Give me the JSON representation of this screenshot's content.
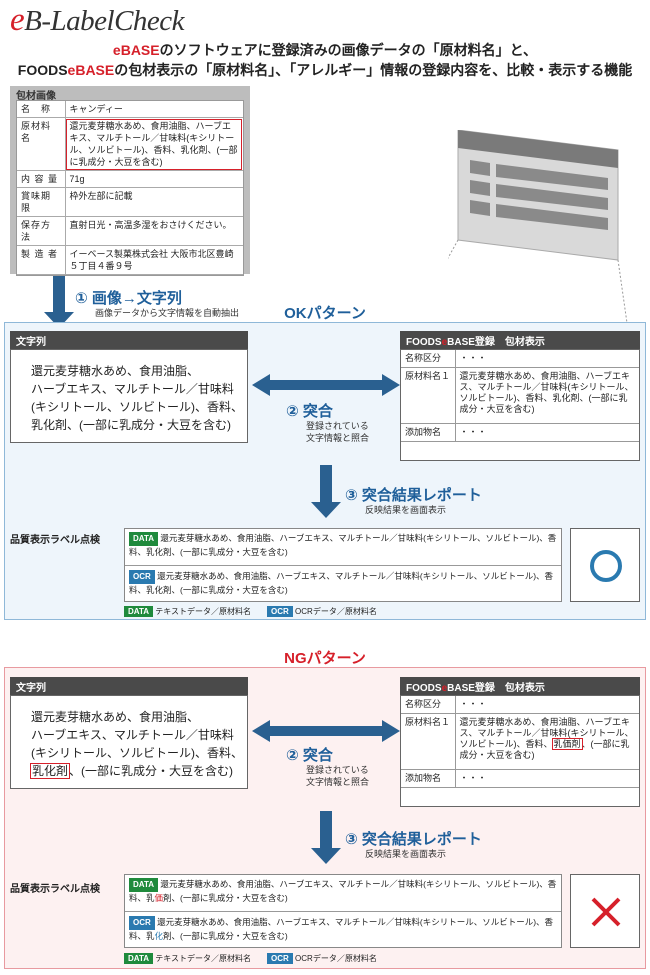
{
  "header": {
    "logo_e": "e",
    "logo_rest": "B-LabelCheck",
    "line1_red": "eBASE",
    "line1_rest": "のソフトウェアに登録済みの画像データの「原材料名」と、",
    "line2_a": "FOODS",
    "line2_red": "eBASE",
    "line2_rest": "の包材表示の「原材料名」、「アレルギー」情報の登録内容を、比較・表示する機能"
  },
  "label_image": {
    "title": "包材画像",
    "rows": [
      {
        "k": "名　称",
        "v": "キャンディー"
      },
      {
        "k": "原材料名",
        "v": "還元麦芽糖水あめ、食用油脂、ハーブエキス、マルチトール／甘味料(キシリトール、ソルビトール)、香料、乳化剤、(一部に乳成分・大豆を含む)"
      },
      {
        "k": "内 容 量",
        "v": "71g"
      },
      {
        "k": "賞味期限",
        "v": "枠外左部に記載"
      },
      {
        "k": "保存方法",
        "v": "直射日光・高温多湿をおさけください。"
      },
      {
        "k": "製 造 者",
        "v": "イーベース製菓株式会社 大阪市北区豊崎５丁目４番９号"
      }
    ]
  },
  "step1": {
    "label": "①  画像→文字列",
    "sub": "画像データから文字情報を自動抽出"
  },
  "ok": {
    "title": "OKパターン",
    "str_header": "文字列",
    "str_lines": [
      "還元麦芽糖水あめ、食用油脂、",
      "ハーブエキス、マルチトール／甘味料",
      "(キシリトール、ソルビトール)、香料、",
      "乳化剤、(一部に乳成分・大豆を含む)"
    ],
    "reg_header_a": "FOODS",
    "reg_header_red": "e",
    "reg_header_b": "BASE登録　包材表示",
    "reg_rows": [
      {
        "k": "名称区分",
        "v": "・・・"
      },
      {
        "k": "原材料名１",
        "v": "還元麦芽糖水あめ、食用油脂、ハーブエキス、マルチトール／甘味料(キシリトール、ソルビトール)、香料、乳化剤、(一部に乳成分・大豆を含む)"
      },
      {
        "k": "添加物名",
        "v": "・・・"
      }
    ],
    "step2_label": "②  突合",
    "step2_sub1": "登録されている",
    "step2_sub2": "文字情報と照合",
    "step3_label": "③  突合結果レポート",
    "step3_sub": "反映結果を画面表示",
    "check_header": "品質表示ラベル点検",
    "data_tag": "DATA",
    "data_text": "還元麦芽糖水あめ、食用油脂、ハーブエキス、マルチトール／甘味料(キシリトール、ソルビトール)、香料、乳化剤、(一部に乳成分・大豆を含む)",
    "ocr_tag": "OCR",
    "ocr_text": "還元麦芽糖水あめ、食用油脂、ハーブエキス、マルチトール／甘味料(キシリトール、ソルビトール)、香料、乳化剤、(一部に乳成分・大豆を含む)",
    "result": "○",
    "legend_data": "テキストデータ／原材料名",
    "legend_ocr": "OCRデータ／原材料名"
  },
  "ng": {
    "title": "NGパターン",
    "str_header": "文字列",
    "str_lines": [
      "還元麦芽糖水あめ、食用油脂、",
      "ハーブエキス、マルチトール／甘味料",
      "(キシリトール、ソルビトール)、香料、"
    ],
    "str_hl": "乳化剤",
    "str_tail": "、(一部に乳成分・大豆を含む)",
    "reg_header_a": "FOODS",
    "reg_header_red": "e",
    "reg_header_b": "BASE登録　包材表示",
    "reg_rows": [
      {
        "k": "名称区分",
        "v": "・・・"
      },
      {
        "k": "原材料名１",
        "v": "還元麦芽糖水あめ、食用油脂、ハーブエキス、マルチトール／甘味料(キシリトール、ソルビトール)、香料、"
      },
      {
        "k": "添加物名",
        "v": "・・・"
      }
    ],
    "reg_hl": "乳価剤",
    "reg_tail": "、(一部に乳成分・大豆を含む)",
    "step2_label": "②  突合",
    "step2_sub1": "登録されている",
    "step2_sub2": "文字情報と照合",
    "step3_label": "③  突合結果レポート",
    "step3_sub": "反映結果を画面表示",
    "check_header": "品質表示ラベル点検",
    "data_tag": "DATA",
    "data_a": "還元麦芽糖水あめ、食用油脂、ハーブエキス、マルチトール／甘味料(キシリトール、ソルビトール)、香料、乳",
    "data_red": "価",
    "data_b": "剤、(一部に乳成分・大豆を含む)",
    "ocr_tag": "OCR",
    "ocr_a": "還元麦芽糖水あめ、食用油脂、ハーブエキス、マルチトール／甘味料(キシリトール、ソルビトール)、香料、乳",
    "ocr_blue": "化",
    "ocr_b": "剤、(一部に乳成分・大豆を含む)",
    "result": "×",
    "legend_data": "テキストデータ／原材料名",
    "legend_ocr": "OCRデータ／原材料名"
  },
  "colors": {
    "accent_blue": "#1f5f9a",
    "brand_red": "#d6202a",
    "data_green": "#1f8a3c",
    "ocr_blue": "#2a7ab0"
  }
}
